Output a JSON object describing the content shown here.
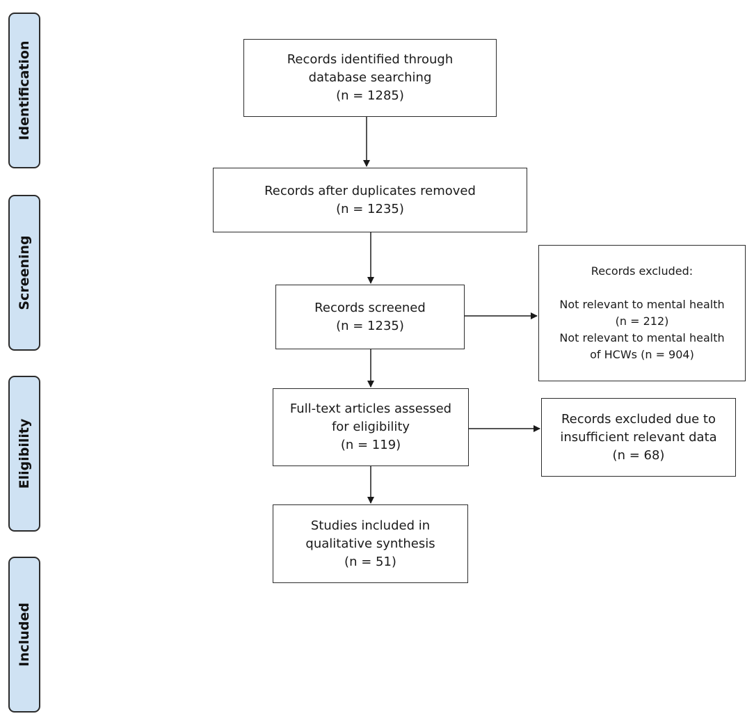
{
  "phases": {
    "identification": "Identification",
    "screening": "Screening",
    "eligibility": "Eligibility",
    "included": "Included"
  },
  "boxes": {
    "identified": {
      "line1": "Records identified through",
      "line2": "database searching",
      "line3": "(n = 1285)"
    },
    "duplicates_removed": {
      "line1": "Records after duplicates removed",
      "line2": "(n = 1235)"
    },
    "screened": {
      "line1": "Records screened",
      "line2": "(n = 1235)"
    },
    "excluded_screening": {
      "line1": "Records excluded:",
      "line2": "Not relevant to mental health",
      "line3": "(n = 212)",
      "line4": "Not relevant to mental health",
      "line5": "of HCWs (n = 904)"
    },
    "full_text": {
      "line1": "Full-text articles assessed",
      "line2": "for eligibility",
      "line3": "(n = 119)"
    },
    "excluded_eligibility": {
      "line1": "Records excluded due to",
      "line2": "insufficient relevant data",
      "line3": "(n = 68)"
    },
    "included": {
      "line1": "Studies included in",
      "line2": "qualitative synthesis",
      "line3": "(n = 51)"
    }
  },
  "colors": {
    "phase_fill": "#cfe2f3",
    "border": "#2b2b2b"
  }
}
